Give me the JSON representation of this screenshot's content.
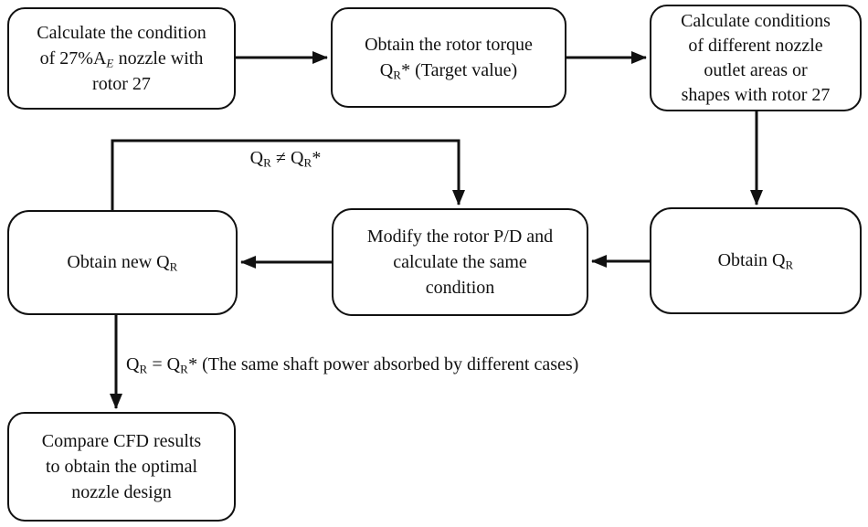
{
  "diagram": {
    "background": "#ffffff",
    "line_color": "#111111"
  },
  "boxes": {
    "calc_condition": {
      "line1": "Calculate the condition",
      "line2_pre": "of 27%A",
      "line2_sub": "E",
      "line2_post": " nozzle with",
      "line3": "rotor 27"
    },
    "obtain_torque": {
      "line1": "Obtain the rotor torque",
      "line2_pre": "Q",
      "line2_sub": "R",
      "line2_post": "* (Target value)"
    },
    "calc_nozzle_conditions": {
      "line1": "Calculate conditions",
      "line2": "of different nozzle",
      "line3": "outlet areas or",
      "line4": "shapes with rotor 27"
    },
    "obtain_qr": {
      "pre": "Obtain Q",
      "sub": "R"
    },
    "modify_rotor": {
      "line1": "Modify the rotor P/D and",
      "line2": "calculate the same",
      "line3": "condition"
    },
    "obtain_new_qr": {
      "pre": "Obtain new Q",
      "sub": "R"
    },
    "compare_cfd": {
      "line1": "Compare CFD results",
      "line2": "to obtain the optimal",
      "line3": "nozzle design"
    }
  },
  "labels": {
    "not_equal": {
      "q1": "Q",
      "q1_sub": "R",
      "op": " ≠ ",
      "q2": "Q",
      "q2_sub": "R",
      "star": "*"
    },
    "equal": {
      "q1": "Q",
      "q1_sub": "R",
      "op": " = ",
      "q2": "Q",
      "q2_sub": "R",
      "star": "*",
      "rest": " (The same shaft power absorbed by different cases)"
    }
  }
}
